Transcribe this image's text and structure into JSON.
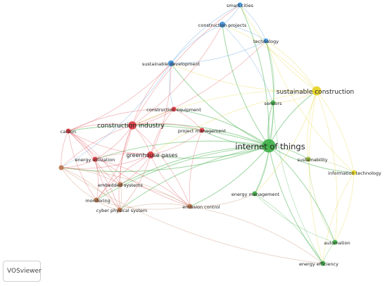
{
  "app": "VOSviewer",
  "colors": {
    "red": "#d9363e",
    "blue": "#3d8fd6",
    "green": "#3cae45",
    "yellow": "#e3d21f",
    "brown": "#b8734a",
    "olive": "#93b73a"
  },
  "network": {
    "nodes": [
      {
        "id": "iot",
        "label": "internet of things",
        "cluster": "green",
        "weight": 10
      },
      {
        "id": "sc",
        "label": "sustainable construction",
        "cluster": "yellow",
        "weight": 6
      },
      {
        "id": "ci",
        "label": "construction industry",
        "cluster": "red",
        "weight": 5
      },
      {
        "id": "gg",
        "label": "greenhouse gases",
        "cluster": "red",
        "weight": 4
      },
      {
        "id": "smart",
        "label": "smart cities",
        "cluster": "blue",
        "weight": 2
      },
      {
        "id": "cp",
        "label": "construction projects",
        "cluster": "blue",
        "weight": 3
      },
      {
        "id": "tech",
        "label": "technology",
        "cluster": "blue",
        "weight": 2
      },
      {
        "id": "sd",
        "label": "sustainable development",
        "cluster": "blue",
        "weight": 3
      },
      {
        "id": "ce",
        "label": "construction equipment",
        "cluster": "red",
        "weight": 2
      },
      {
        "id": "sensors",
        "label": "sensors",
        "cluster": "green",
        "weight": 2
      },
      {
        "id": "carbon",
        "label": "carbon",
        "cluster": "red",
        "weight": 2
      },
      {
        "id": "pm",
        "label": "project management",
        "cluster": "red",
        "weight": 2
      },
      {
        "id": "eu",
        "label": "energy utilization",
        "cluster": "red",
        "weight": 2
      },
      {
        "id": "sust",
        "label": "sustainability",
        "cluster": "olive",
        "weight": 2
      },
      {
        "id": "it",
        "label": "information technology",
        "cluster": "yellow",
        "weight": 2
      },
      {
        "id": "unk",
        "label": "",
        "cluster": "brown",
        "weight": 2
      },
      {
        "id": "es",
        "label": "embedded systems",
        "cluster": "brown",
        "weight": 2
      },
      {
        "id": "em",
        "label": "energy management",
        "cluster": "green",
        "weight": 2
      },
      {
        "id": "mon",
        "label": "monitoring",
        "cluster": "brown",
        "weight": 2
      },
      {
        "id": "ec",
        "label": "emission control",
        "cluster": "brown",
        "weight": 2
      },
      {
        "id": "cps",
        "label": "cyber physical system",
        "cluster": "brown",
        "weight": 2
      },
      {
        "id": "auto",
        "label": "automation",
        "cluster": "green",
        "weight": 2
      },
      {
        "id": "ee",
        "label": "energy efficiency",
        "cluster": "green",
        "weight": 2
      }
    ],
    "links": [
      [
        "iot",
        "sc"
      ],
      [
        "iot",
        "ci"
      ],
      [
        "iot",
        "gg"
      ],
      [
        "iot",
        "smart"
      ],
      [
        "iot",
        "cp"
      ],
      [
        "iot",
        "tech"
      ],
      [
        "iot",
        "sd"
      ],
      [
        "iot",
        "ce"
      ],
      [
        "iot",
        "sensors"
      ],
      [
        "iot",
        "carbon"
      ],
      [
        "iot",
        "pm"
      ],
      [
        "iot",
        "eu"
      ],
      [
        "iot",
        "sust"
      ],
      [
        "iot",
        "it"
      ],
      [
        "iot",
        "unk"
      ],
      [
        "iot",
        "es"
      ],
      [
        "iot",
        "em"
      ],
      [
        "iot",
        "mon"
      ],
      [
        "iot",
        "ec"
      ],
      [
        "iot",
        "cps"
      ],
      [
        "iot",
        "auto"
      ],
      [
        "iot",
        "ee"
      ],
      [
        "sc",
        "it"
      ],
      [
        "sc",
        "sust"
      ],
      [
        "sc",
        "sensors"
      ],
      [
        "sc",
        "tech"
      ],
      [
        "sc",
        "sd"
      ],
      [
        "sc",
        "ci"
      ],
      [
        "sc",
        "em"
      ],
      [
        "sc",
        "ee"
      ],
      [
        "sc",
        "auto"
      ],
      [
        "sc",
        "cp"
      ],
      [
        "sc",
        "smart"
      ],
      [
        "sc",
        "gg"
      ],
      [
        "ci",
        "gg"
      ],
      [
        "ci",
        "carbon"
      ],
      [
        "ci",
        "eu"
      ],
      [
        "ci",
        "ce"
      ],
      [
        "ci",
        "pm"
      ],
      [
        "ci",
        "es"
      ],
      [
        "ci",
        "mon"
      ],
      [
        "ci",
        "cps"
      ],
      [
        "ci",
        "ec"
      ],
      [
        "ci",
        "unk"
      ],
      [
        "ci",
        "sd"
      ],
      [
        "ci",
        "cp"
      ],
      [
        "ci",
        "smart"
      ],
      [
        "ci",
        "tech"
      ],
      [
        "gg",
        "carbon"
      ],
      [
        "gg",
        "eu"
      ],
      [
        "gg",
        "es"
      ],
      [
        "gg",
        "mon"
      ],
      [
        "gg",
        "cps"
      ],
      [
        "gg",
        "ec"
      ],
      [
        "gg",
        "unk"
      ],
      [
        "gg",
        "pm"
      ],
      [
        "gg",
        "ce"
      ],
      [
        "gg",
        "sd"
      ],
      [
        "carbon",
        "eu"
      ],
      [
        "carbon",
        "unk"
      ],
      [
        "carbon",
        "es"
      ],
      [
        "carbon",
        "mon"
      ],
      [
        "carbon",
        "cps"
      ],
      [
        "carbon",
        "ec"
      ],
      [
        "carbon",
        "ce"
      ],
      [
        "carbon",
        "sd"
      ],
      [
        "eu",
        "unk"
      ],
      [
        "eu",
        "es"
      ],
      [
        "eu",
        "mon"
      ],
      [
        "eu",
        "cps"
      ],
      [
        "eu",
        "ec"
      ],
      [
        "es",
        "mon"
      ],
      [
        "es",
        "cps"
      ],
      [
        "es",
        "unk"
      ],
      [
        "es",
        "ec"
      ],
      [
        "mon",
        "cps"
      ],
      [
        "mon",
        "unk"
      ],
      [
        "mon",
        "ec"
      ],
      [
        "cps",
        "ec"
      ],
      [
        "cps",
        "unk"
      ],
      [
        "sd",
        "cp"
      ],
      [
        "sd",
        "tech"
      ],
      [
        "sd",
        "smart"
      ],
      [
        "sd",
        "ce"
      ],
      [
        "sd",
        "unk"
      ],
      [
        "cp",
        "smart"
      ],
      [
        "cp",
        "tech"
      ],
      [
        "tech",
        "smart"
      ],
      [
        "cp",
        "sensors"
      ],
      [
        "sensors",
        "tech"
      ],
      [
        "sensors",
        "em"
      ],
      [
        "sensors",
        "ee"
      ],
      [
        "sust",
        "it"
      ],
      [
        "sust",
        "auto"
      ],
      [
        "it",
        "auto"
      ],
      [
        "it",
        "ee"
      ],
      [
        "it",
        "tech"
      ],
      [
        "auto",
        "ee"
      ],
      [
        "em",
        "ee"
      ],
      [
        "em",
        "auto"
      ],
      [
        "ec",
        "ee"
      ],
      [
        "ec",
        "em"
      ],
      [
        "ce",
        "pm"
      ],
      [
        "pm",
        "ec"
      ],
      [
        "unk",
        "ec"
      ],
      [
        "unk",
        "ee"
      ]
    ]
  }
}
